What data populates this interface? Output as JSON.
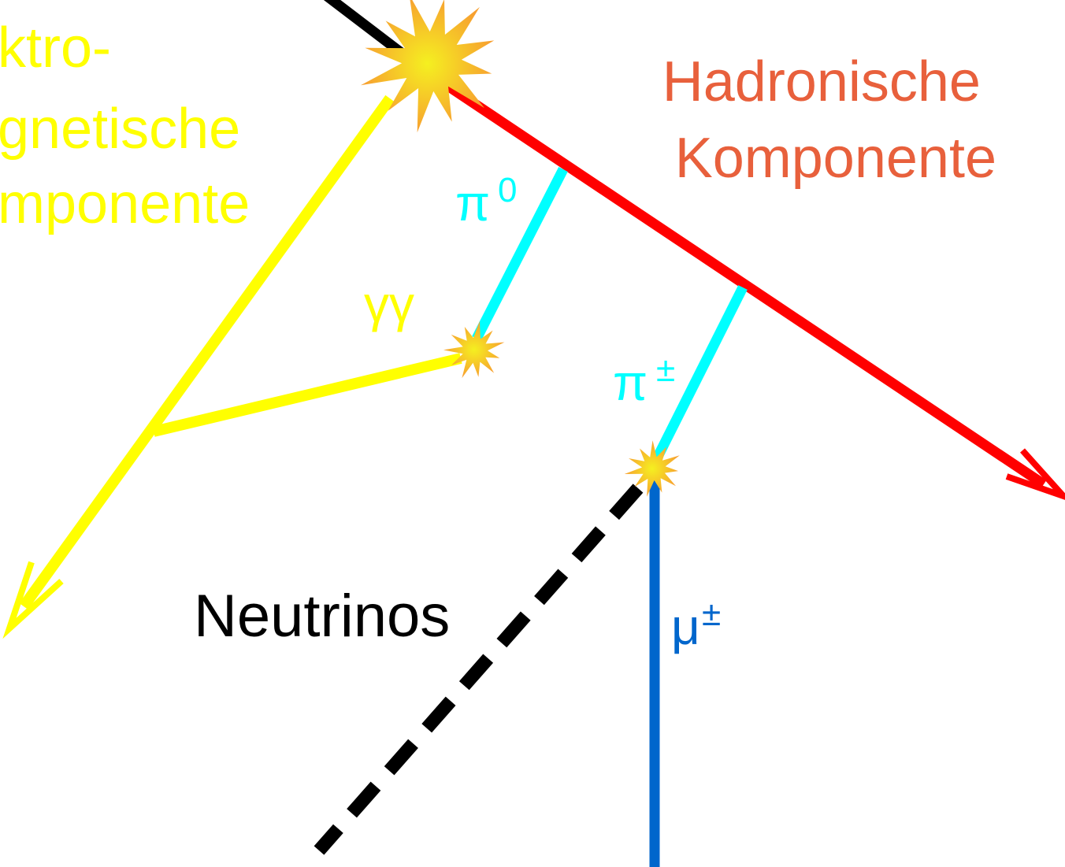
{
  "colors": {
    "primary": "#000000",
    "hadronic": "#ff0000",
    "em": "#ffff00",
    "pion": "#00ffff",
    "muon": "#0066cc",
    "hadronic_text": "#e8603c",
    "em_text": "#ffff00",
    "pion_text": "#00ffff",
    "muon_text": "#0066cc",
    "neutrino": "#000000",
    "burst_outer": "#f7a030",
    "burst_inner": "#f5f020"
  },
  "labels": {
    "em_component": [
      "ktro-",
      "gnetische",
      "mponente"
    ],
    "hadronic_component": [
      "Hadronische",
      "Komponente"
    ],
    "pi0_base": "π",
    "pi0_sup": "0",
    "gamma_gamma": "γγ",
    "pi_charged_base": "π",
    "pi_charged_sup": "±",
    "neutrinos": "Neutrinos",
    "muon_base": "μ",
    "muon_sup": "±"
  },
  "icons": {
    "interaction_burst": "starburst",
    "pi0_decay_burst": "starburst",
    "pion_decay_burst": "starburst",
    "arrowheads": "open-chevron-arrow"
  }
}
